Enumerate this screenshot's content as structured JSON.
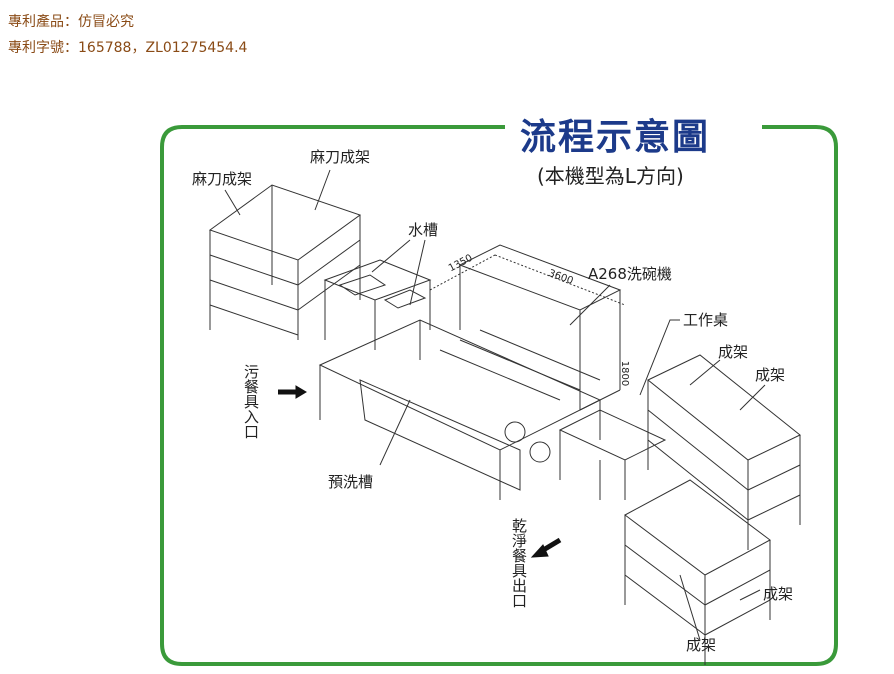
{
  "product_line": "專利產品：仿冒必究",
  "patent_line": "專利字號：165788，ZL01275454.4",
  "diagram": {
    "title": "流程示意圖",
    "subtitle": "(本機型為L方向)",
    "border_color": "#3a9a3a",
    "title_color": "#1c3a8a",
    "labels": {
      "rack_left_1": "麻刀成架",
      "rack_left_2": "麻刀成架",
      "sink": "水槽",
      "dim_1350": "1350",
      "dim_3600": "3600",
      "dim_1800": "1800",
      "dishwasher": "A268洗碗機",
      "worktable": "工作桌",
      "rack_1": "成架",
      "rack_2": "成架",
      "rack_3": "成架",
      "rack_4": "成架",
      "dirty_inlet": "污餐具入口",
      "prewash": "預洗槽",
      "clean_outlet": "乾淨餐具出口"
    }
  }
}
